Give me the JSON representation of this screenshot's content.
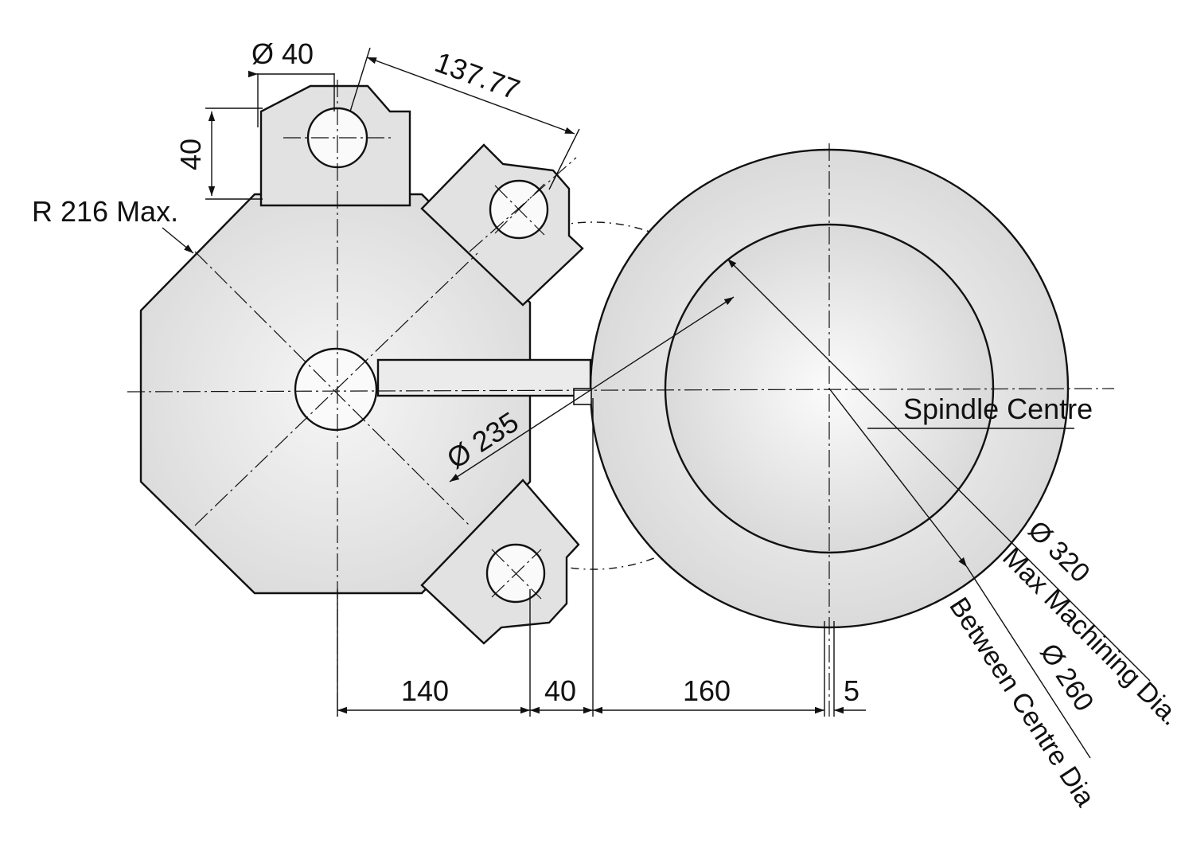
{
  "labels": {
    "slot_diameter": "Ø 40",
    "tool_spacing": "137.77",
    "slot_height": "40",
    "turret_radius": "R 216 Max.",
    "swing_diameter": "Ø 235",
    "spindle_centre": "Spindle Centre",
    "max_machining_value": "Ø 320",
    "max_machining_text": "Max Machining Dia.",
    "between_centre_value": "Ø 260",
    "between_centre_text": "Between Centre Dia",
    "dim_140": "140",
    "dim_40": "40",
    "dim_160": "160",
    "dim_5": "5"
  },
  "colors": {
    "fill_light": "#f4f4f4",
    "fill_mid": "#dedede",
    "line": "#111111"
  }
}
